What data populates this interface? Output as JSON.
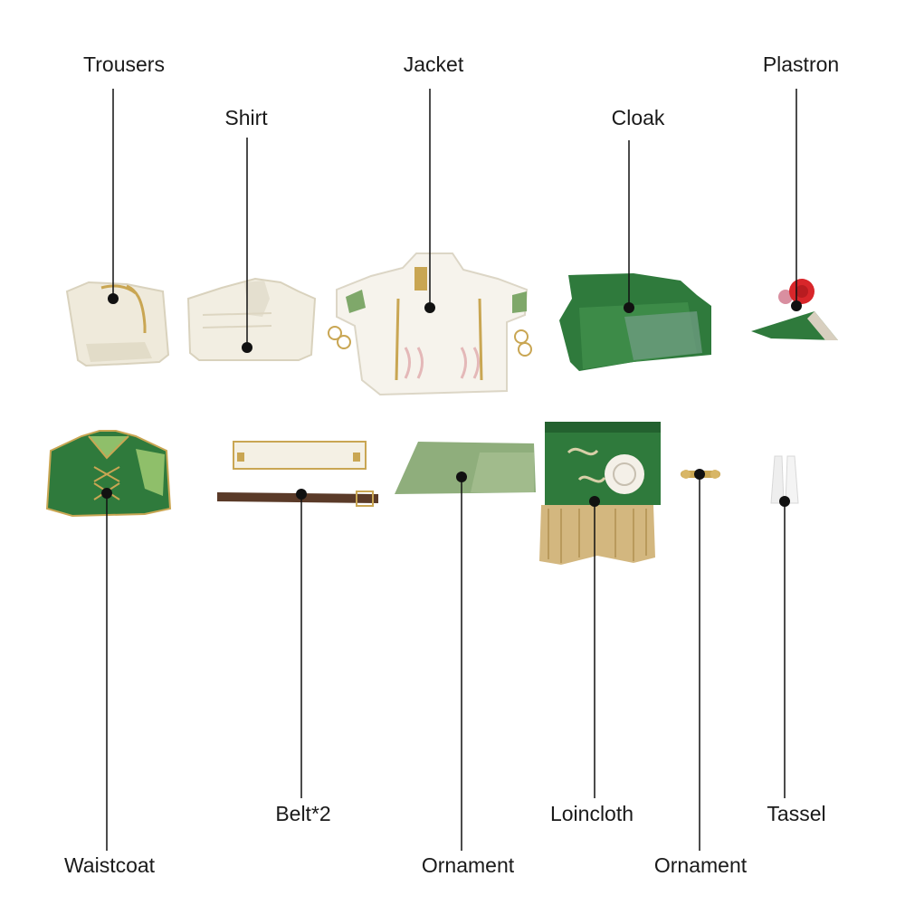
{
  "labels": {
    "trousers": "Trousers",
    "shirt": "Shirt",
    "jacket": "Jacket",
    "cloak": "Cloak",
    "plastron": "Plastron",
    "waistcoat": "Waistcoat",
    "belt": "Belt*2",
    "ornament_cloth": "Ornament",
    "loincloth": "Loincloth",
    "ornament_pin": "Ornament",
    "tassel": "Tassel"
  },
  "colors": {
    "ivory": "#efeadb",
    "ivory_shadow": "#d9d2bd",
    "gold": "#c9a653",
    "green": "#2f7a3c",
    "green_light": "#5e9a5a",
    "sage": "#8fae7c",
    "brown": "#5a3a28",
    "red": "#d8262a",
    "leader": "#111111",
    "text": "#1a1a1a"
  }
}
